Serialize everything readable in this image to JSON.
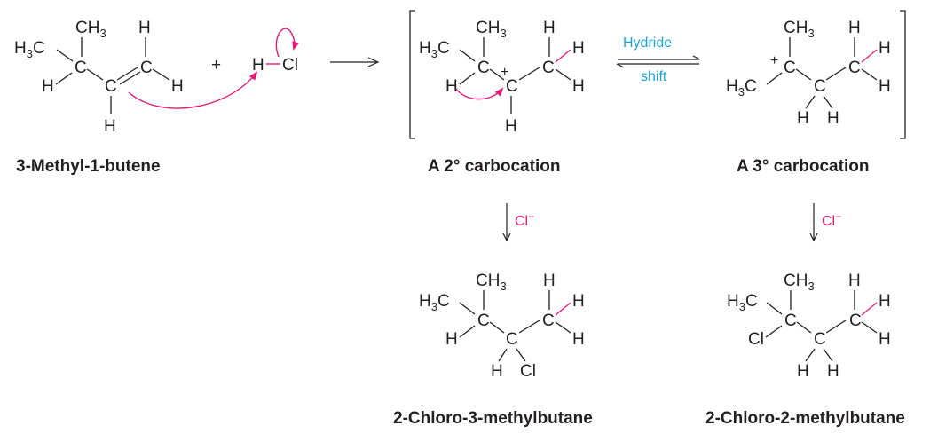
{
  "colors": {
    "text": "#231f20",
    "hydrogen_blue": "#1aa3d9",
    "magenta": "#e6197a"
  },
  "atoms": {
    "ch3": "CH",
    "ch3_sub": "3",
    "h3c": "H",
    "h3c_sub": "3",
    "h3c_c": "C",
    "c": "C",
    "h": "H",
    "cl": "Cl",
    "plus": "+"
  },
  "reagent": {
    "plus_sign": "+",
    "h": "H",
    "cl": "Cl"
  },
  "arrows": {
    "hydride_top": "Hydride",
    "hydride_bottom": "shift",
    "chloride": "Cl",
    "chloride_charge": "−"
  },
  "labels": {
    "reactant": "3-Methyl-1-butene",
    "secondary": "A 2° carbocation",
    "tertiary": "A 3° carbocation",
    "product1": "2-Chloro-3-methylbutane",
    "product2": "2-Chloro-2-methylbutane"
  }
}
